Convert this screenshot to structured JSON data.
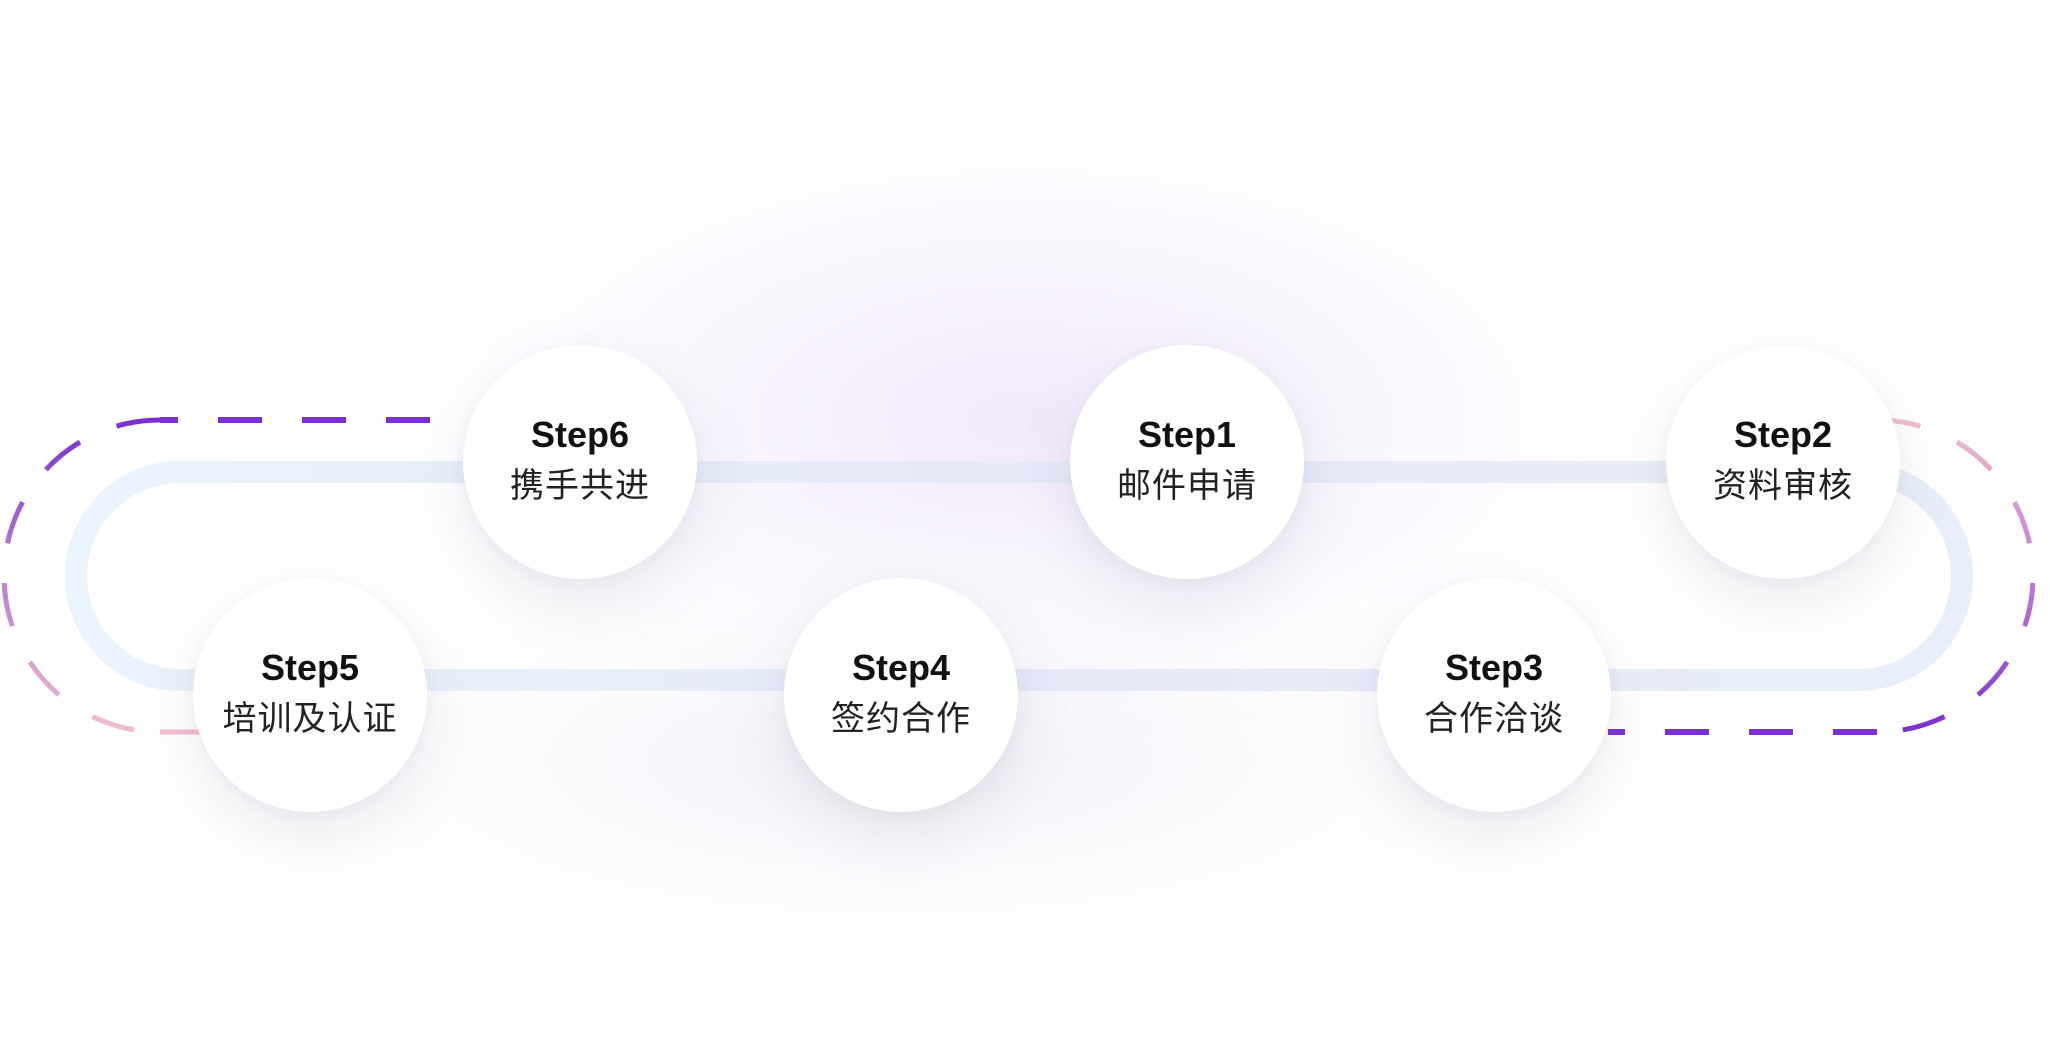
{
  "steps": [
    {
      "id": "step1",
      "title": "Step1",
      "label": "邮件申请"
    },
    {
      "id": "step2",
      "title": "Step2",
      "label": "资料审核"
    },
    {
      "id": "step3",
      "title": "Step3",
      "label": "合作洽谈"
    },
    {
      "id": "step4",
      "title": "Step4",
      "label": "签约合作"
    },
    {
      "id": "step5",
      "title": "Step5",
      "label": "培训及认证"
    },
    {
      "id": "step6",
      "title": "Step6",
      "label": "携手共进"
    }
  ],
  "colors": {
    "track": "#e8ecfa",
    "dash_purple": "#7b2fd0",
    "dash_pink": "#f0b8cf",
    "glow": "#f1ecfb"
  }
}
